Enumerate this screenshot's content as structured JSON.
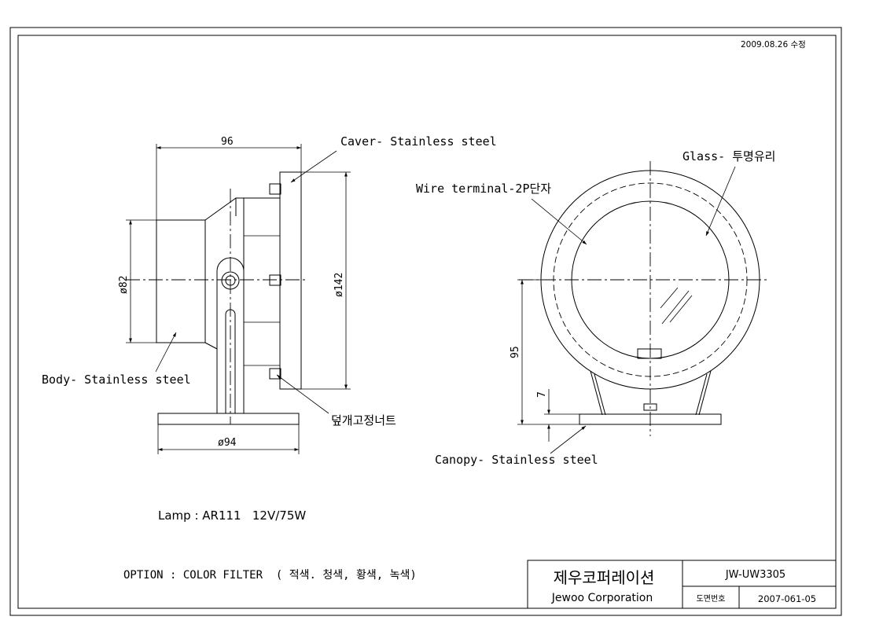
{
  "revision_note": "2009.08.26 수정",
  "side_view": {
    "dim_width": "96",
    "dim_body_dia": "ø82",
    "dim_cover_dia": "ø142",
    "dim_base_dia": "ø94",
    "label_cover": "Caver- Stainless steel",
    "label_body": "Body- Stainless steel",
    "label_nut": "덮개고정너트"
  },
  "front_view": {
    "label_glass": "Glass- 투명유리",
    "label_wire": "Wire terminal-2P단자",
    "label_canopy": "Canopy- Stainless steel",
    "dim_height": "95",
    "dim_base": "7"
  },
  "notes": {
    "lamp": "Lamp : AR111   12V/75W",
    "option": "OPTION : COLOR FILTER  ( 적색. 청색, 황색, 녹색)"
  },
  "title_block": {
    "company_kr": "제우코퍼레이션",
    "company_en": "Jewoo Corporation",
    "model": "JW-UW3305",
    "drawing_no_label": "도면번호",
    "drawing_no": "2007-061-05"
  }
}
